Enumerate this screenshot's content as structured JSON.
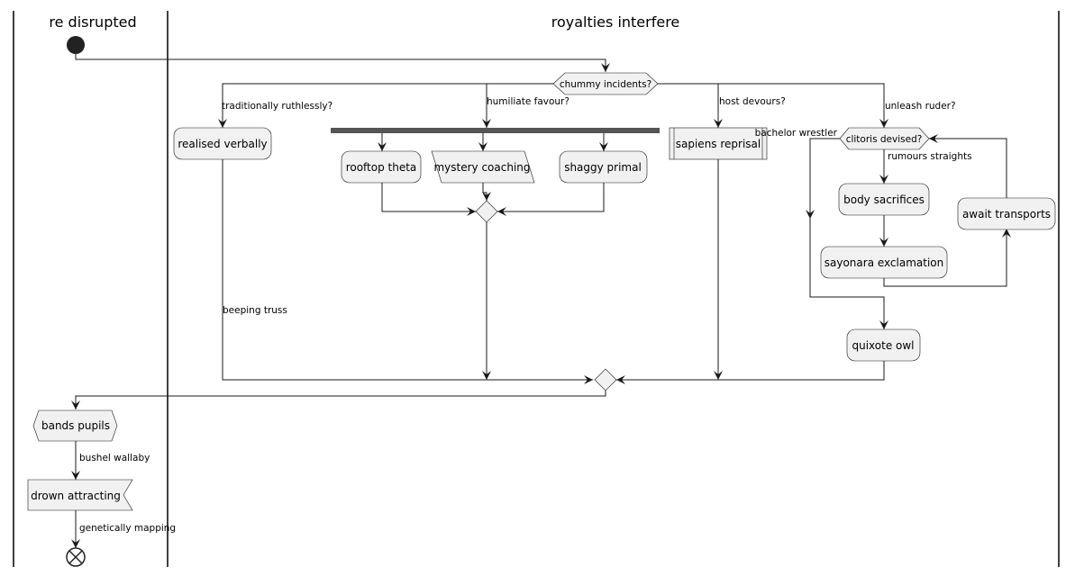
{
  "swimlanes": [
    "re disrupted",
    "royalties interfere"
  ],
  "decision": {
    "label": "chummy incidents?",
    "branches": [
      "traditionally ruthlessly?",
      "humiliate favour?",
      "host devours?",
      "unleash ruder?"
    ]
  },
  "branch1": {
    "action": "realised verbally",
    "exit_label": "beeping truss"
  },
  "branch2": {
    "fork_actions": [
      "rooftop theta",
      "mystery coaching",
      "shaggy primal"
    ]
  },
  "branch3": {
    "action": "sapiens reprisal"
  },
  "branch4": {
    "loop_label": "clitoris devised?",
    "loop_exit_label": "bachelor wrestler",
    "loop_entry_label": "rumours straights",
    "actions": [
      "body sacrifices",
      "sayonara exclamation",
      "await transports",
      "quixote owl"
    ]
  },
  "tail": {
    "action1": "bands pupils",
    "edge1_label": "bushel wallaby",
    "action2": "drown attracting",
    "edge2_label": "genetically mapping"
  }
}
